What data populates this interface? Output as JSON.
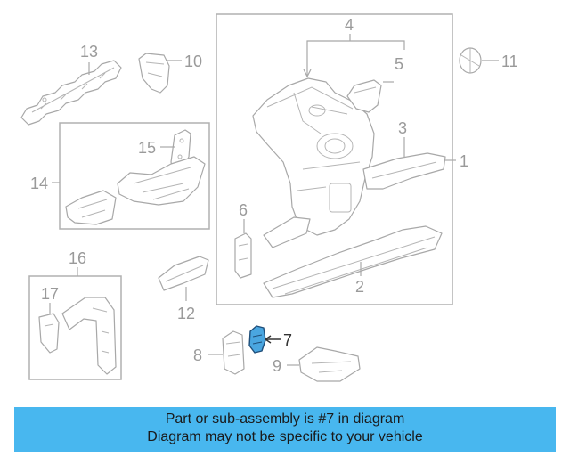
{
  "diagram": {
    "callouts": {
      "c1": "1",
      "c2": "2",
      "c3": "3",
      "c4": "4",
      "c5": "5",
      "c6": "6",
      "c7": "7",
      "c8": "8",
      "c9": "9",
      "c10": "10",
      "c11": "11",
      "c12": "12",
      "c13": "13",
      "c14": "14",
      "c15": "15",
      "c16": "16",
      "c17": "17"
    },
    "highlight_color": "#4aa6e0"
  },
  "banner": {
    "line1": "Part or sub-assembly is #7 in diagram",
    "line2": "Diagram may not be specific to your vehicle",
    "color": "#48b7ef"
  }
}
